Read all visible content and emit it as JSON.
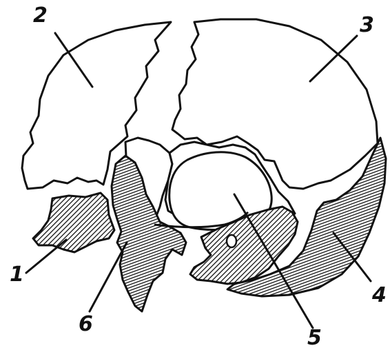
{
  "figure": {
    "labels": {
      "l1": "1",
      "l2": "2",
      "l3": "3",
      "l4": "4",
      "l5": "5",
      "l6": "6"
    }
  },
  "colors": {
    "ink": "#111111",
    "paper": "#ffffff"
  }
}
